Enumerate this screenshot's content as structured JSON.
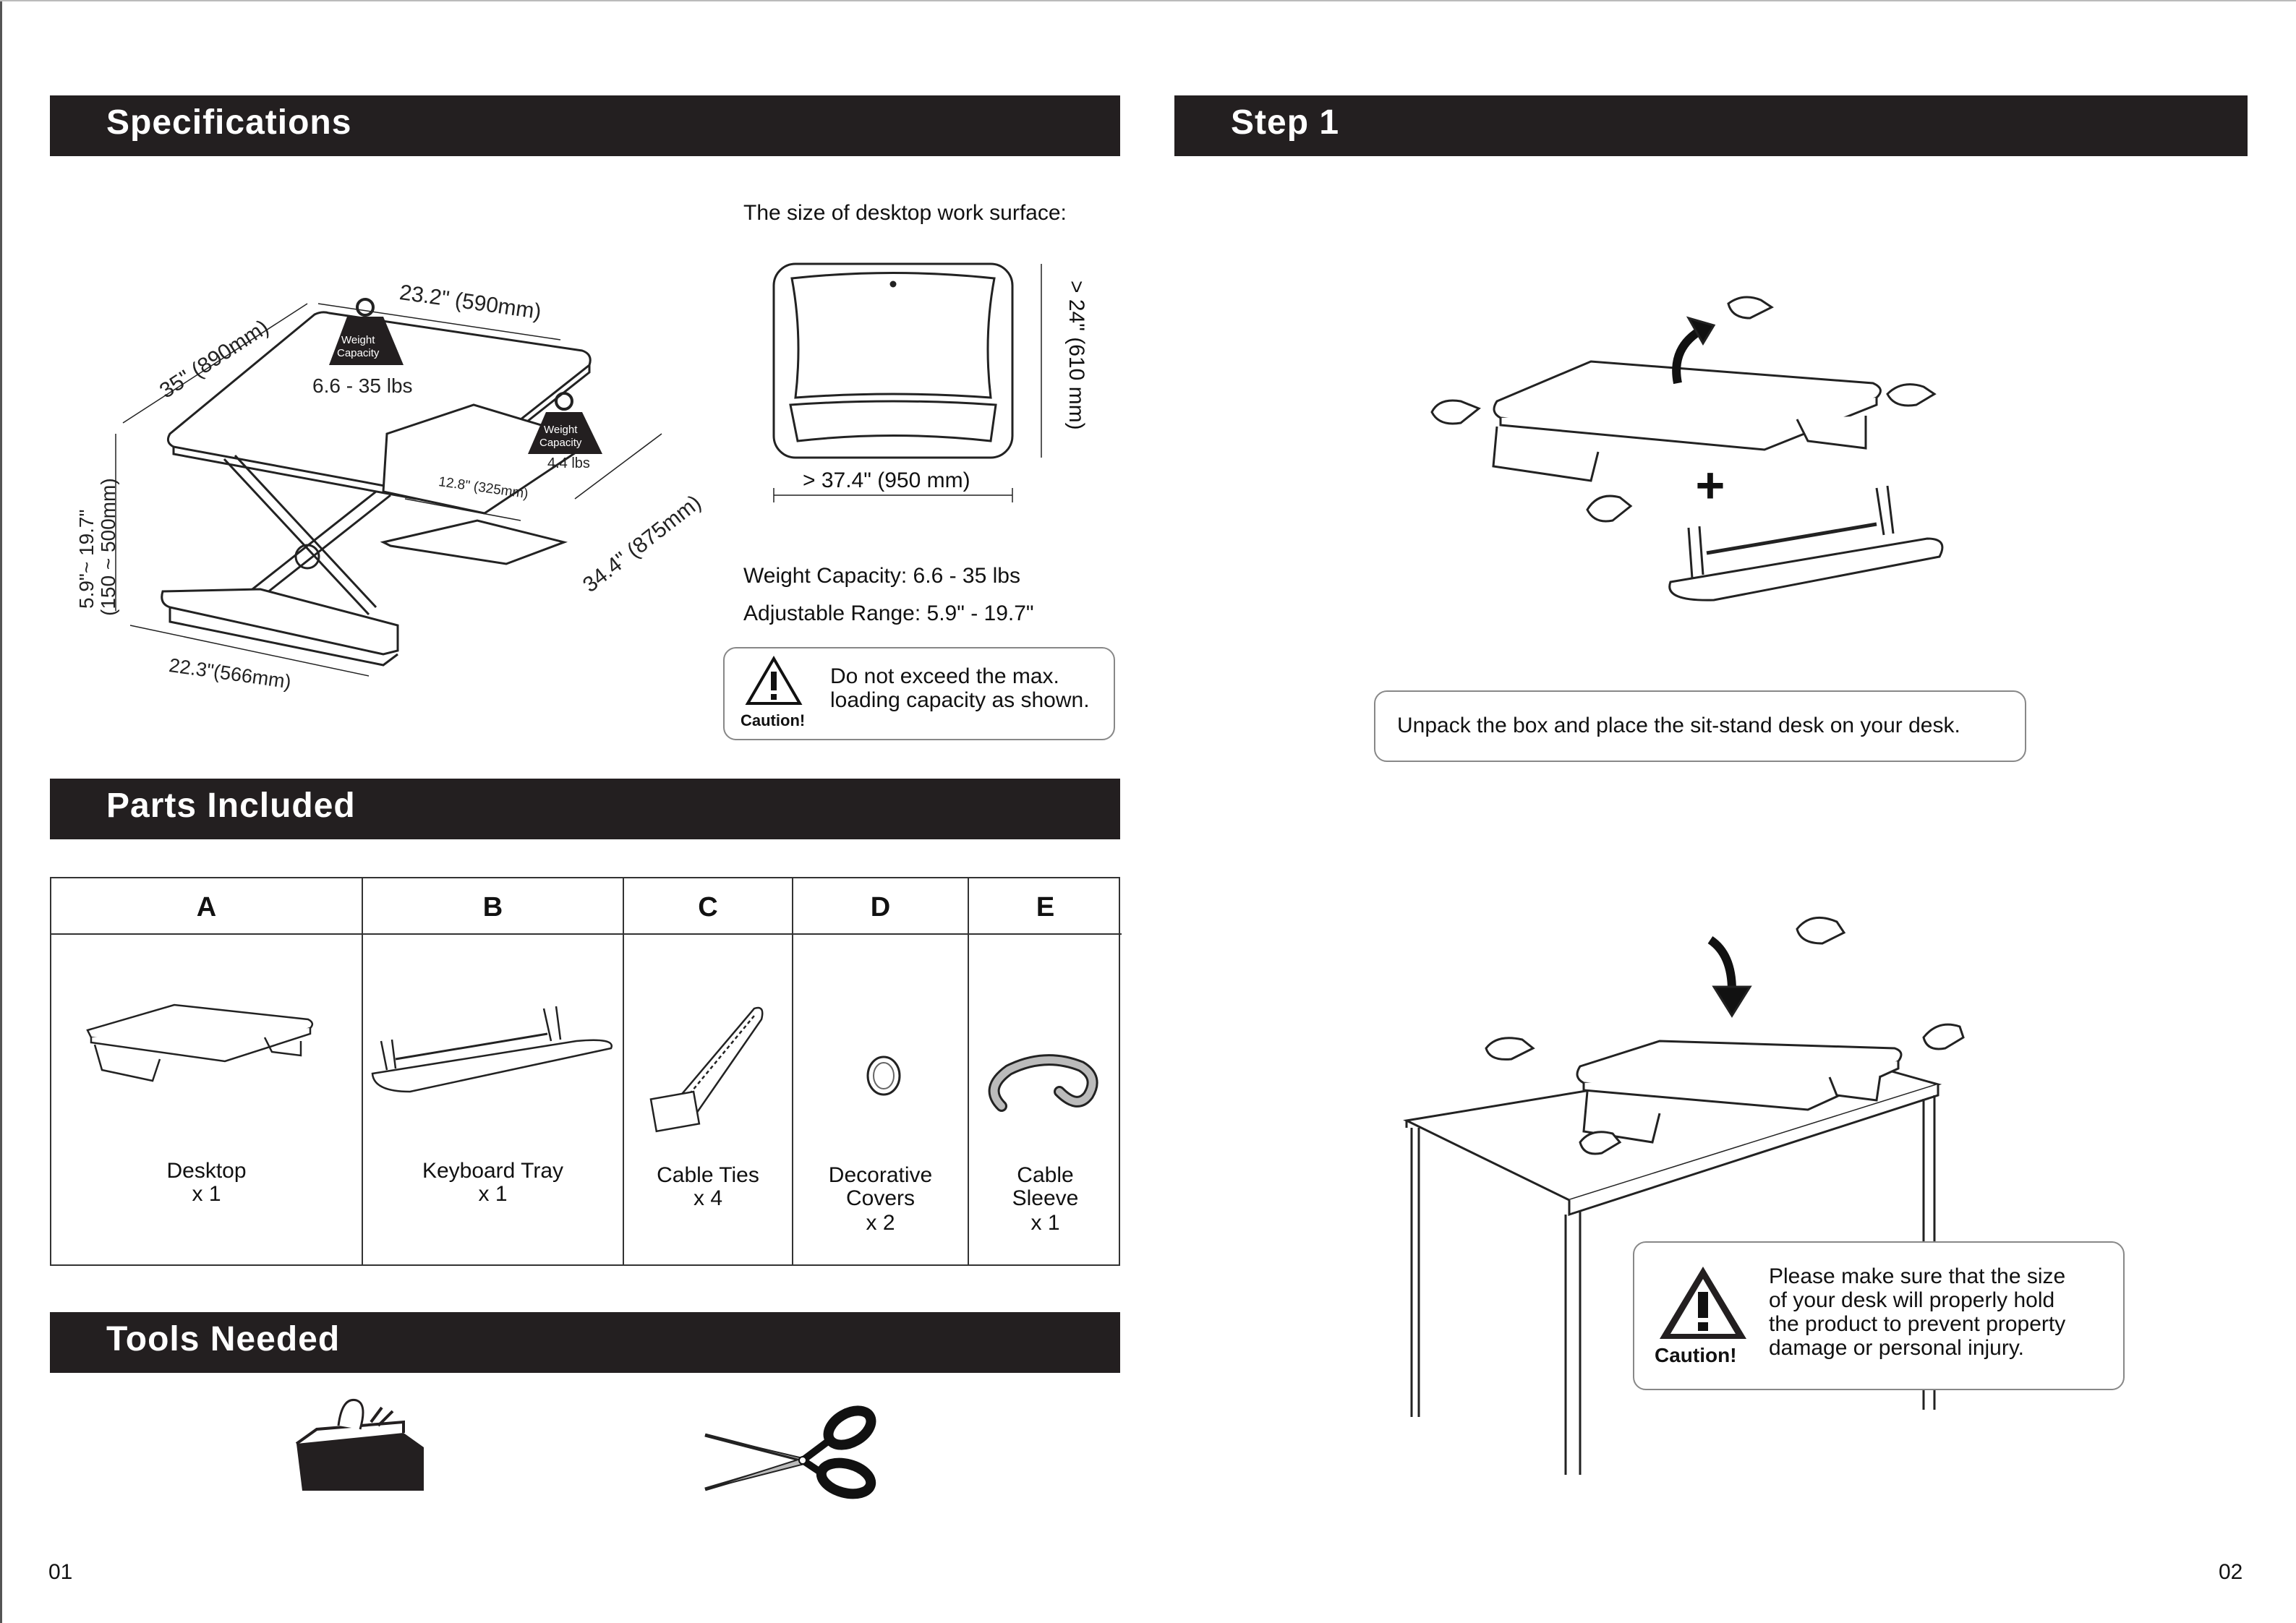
{
  "sections": {
    "specifications": "Specifications",
    "parts_included": "Parts Included",
    "tools_needed": "Tools Needed",
    "step1": "Step 1"
  },
  "spec_drawing": {
    "dim_top": "23.2\" (590mm)",
    "dim_depth": "35\" (890mm)",
    "dim_height_a": "5.9\"~ 19.7\"",
    "dim_height_b": "(150 ~ 500mm)",
    "dim_base": "22.3\"(566mm)",
    "dim_tray_depth": "12.8\" (325mm)",
    "dim_tray_width": "34.4\" (875mm)",
    "weight_tag_line1": "Weight",
    "weight_tag_line2": "Capacity",
    "desk_capacity": "6.6 - 35 lbs",
    "tray_capacity": "4.4 lbs"
  },
  "work_surface": {
    "title": "The size of desktop work surface:",
    "width": "> 37.4\" (950 mm)",
    "depth": "> 24\" (610 mm)"
  },
  "spec_text": {
    "weight_capacity": "Weight Capacity: 6.6 - 35 lbs",
    "adjustable_range": "Adjustable Range: 5.9\"  - 19.7\""
  },
  "caution1": {
    "label": "Caution!",
    "line1": "Do not exceed the max.",
    "line2": "loading capacity as shown."
  },
  "parts": [
    {
      "letter": "A",
      "name": "Desktop",
      "qty": "x 1"
    },
    {
      "letter": "B",
      "name": "Keyboard Tray",
      "qty": "x 1"
    },
    {
      "letter": "C",
      "name": "Cable Ties",
      "qty": "x 4"
    },
    {
      "letter": "D",
      "name": "Decorative",
      "name2": "Covers",
      "qty": "x 2"
    },
    {
      "letter": "E",
      "name": "Cable",
      "name2": "Sleeve",
      "qty": "x 1"
    }
  ],
  "step1": {
    "instruction": "Unpack the box and place the sit-stand desk on your desk.",
    "plus": "+"
  },
  "caution2": {
    "label": "Caution!",
    "line1": "Please make sure that the size",
    "line2": "of your desk will properly hold",
    "line3": "the product to prevent property",
    "line4": "damage or personal injury."
  },
  "page_numbers": {
    "left": "01",
    "right": "02"
  }
}
